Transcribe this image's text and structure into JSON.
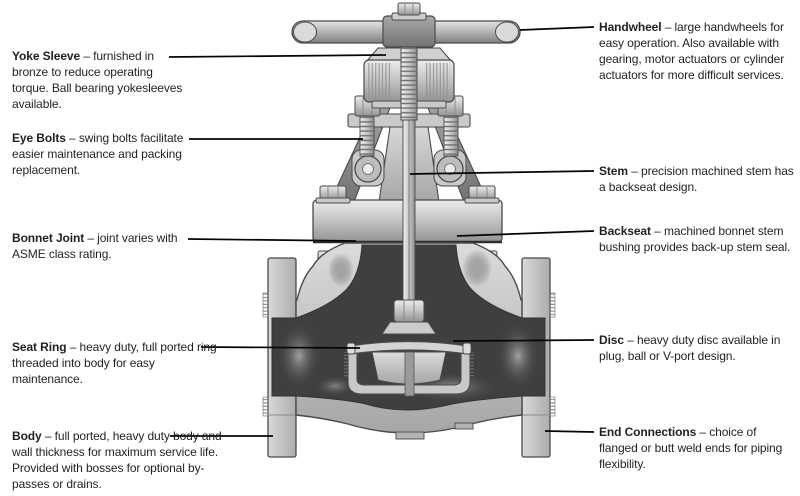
{
  "colors": {
    "background": "#ffffff",
    "text": "#231f20",
    "leader_line": "#000000",
    "metal_light": "#e8e8e8",
    "metal_mid": "#b5b5b5",
    "metal_dark": "#8a8a8a",
    "outline": "#4a4a4a",
    "cavity": "#3f3f3f"
  },
  "labels_left": [
    {
      "term": "Yoke Sleeve",
      "description": "– furnished in bronze to reduce operating torque. Ball bearing yokesleeves available."
    },
    {
      "term": "Eye Bolts",
      "description": "– swing bolts facilitate easier maintenance and packing replacement."
    },
    {
      "term": "Bonnet Joint",
      "description": "– joint varies with ASME class rating."
    },
    {
      "term": "Seat Ring",
      "description": "– heavy duty, full ported ring threaded into body for easy maintenance."
    },
    {
      "term": "Body",
      "description": "– full ported, heavy duty body and wall thickness for maximum service life. Provided with bosses for optional by-passes or drains."
    }
  ],
  "labels_right": [
    {
      "term": "Handwheel",
      "description": "– large handwheels for easy operation. Also available with gearing, motor actuators or cylinder actuators for more difficult services."
    },
    {
      "term": "Stem",
      "description": "– precision machined stem has a backseat design."
    },
    {
      "term": "Backseat",
      "description": "– machined bonnet stem bushing provides back-up stem seal."
    },
    {
      "term": "Disc",
      "description": "– heavy duty disc available in plug, ball or V-port design."
    },
    {
      "term": "End Connections",
      "description": "– choice of flanged or butt weld ends for piping flexibility."
    }
  ]
}
